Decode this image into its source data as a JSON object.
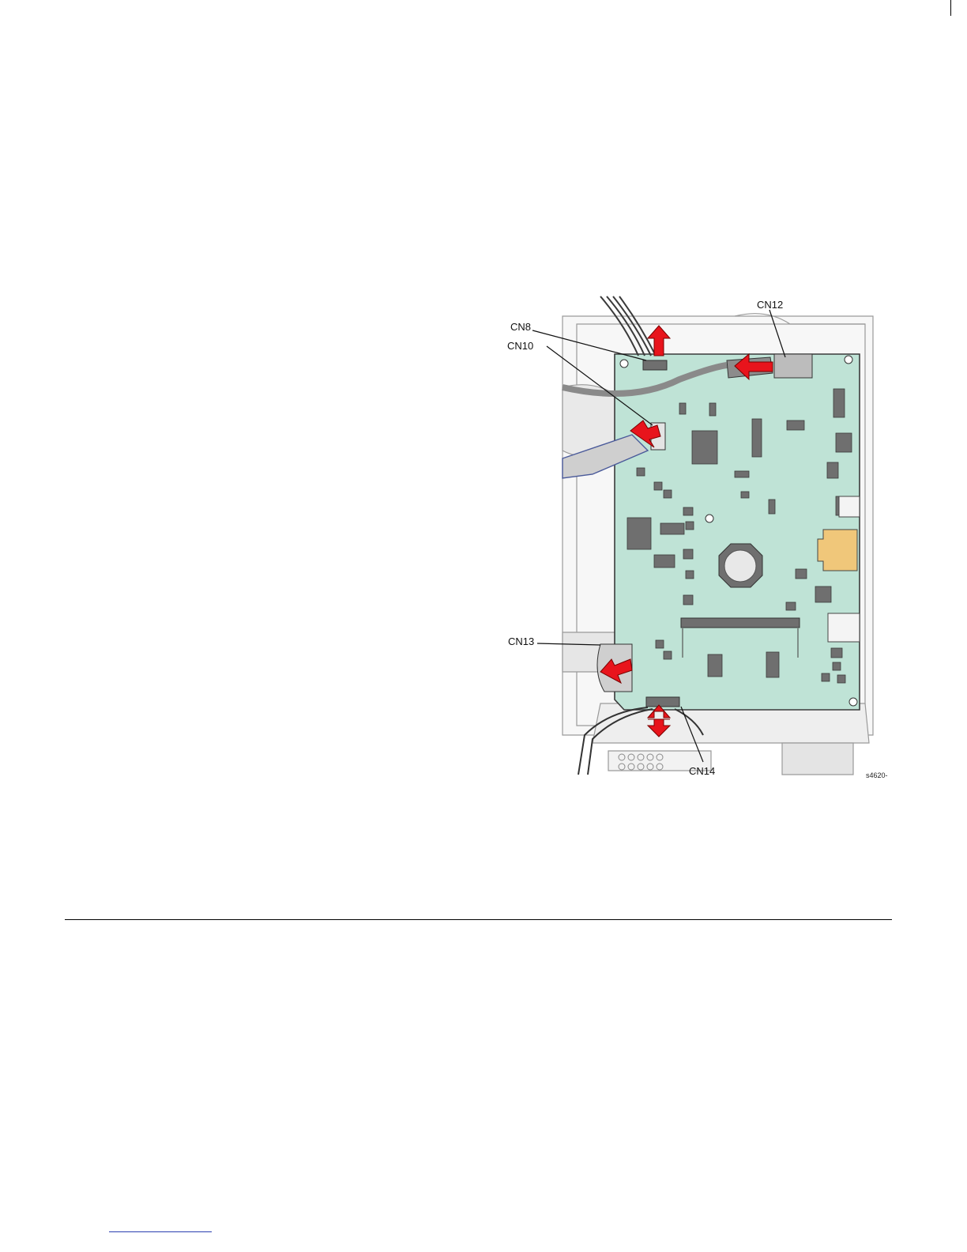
{
  "figure": {
    "callouts": {
      "cn8": "CN8",
      "cn10": "CN10",
      "cn12": "CN12",
      "cn13": "CN13",
      "cn14": "CN14"
    },
    "figure_id": "s4620-",
    "colors": {
      "board": "#bfe3d6",
      "chip": "#6f6f6f",
      "arrow": "#e8141c",
      "bracket": "#f0c77a",
      "chassis": "#f2f2f2"
    }
  }
}
